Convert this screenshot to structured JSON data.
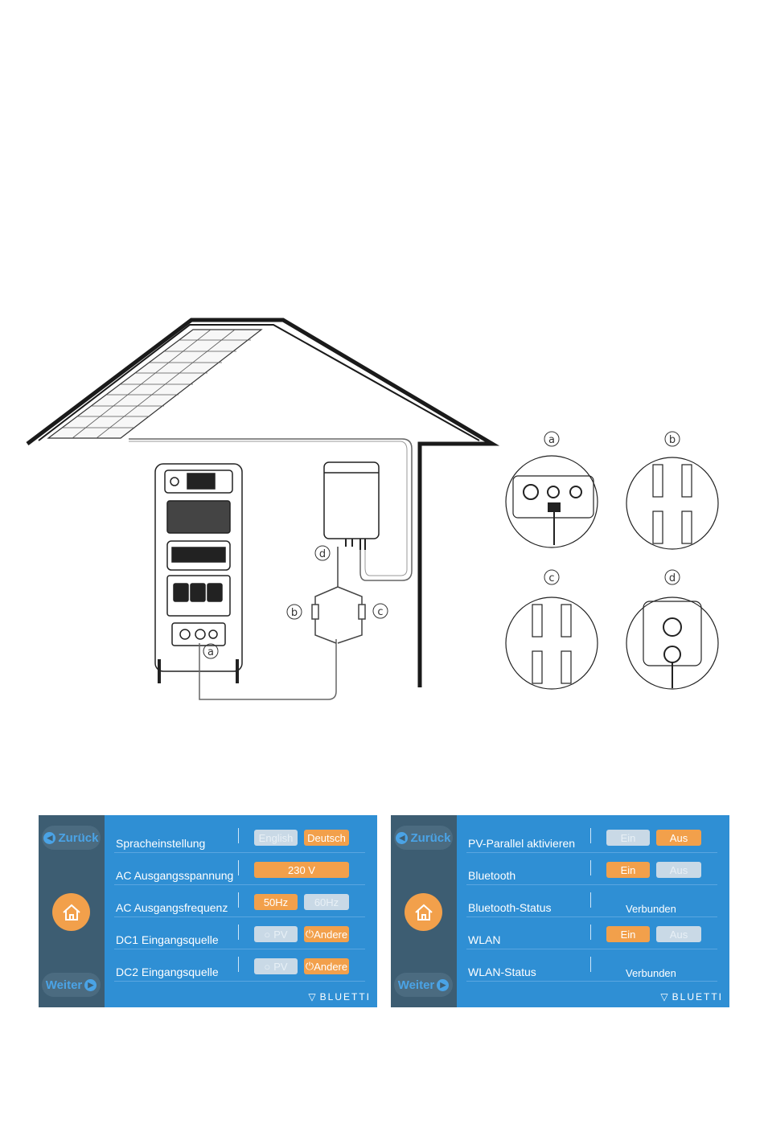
{
  "diagram": {
    "callouts": {
      "a": "a",
      "b": "b",
      "c": "c",
      "d": "d"
    }
  },
  "brand": "BLUETTI",
  "nav": {
    "back_label": "Zurück",
    "next_label": "Weiter"
  },
  "left_panel": {
    "rows": [
      {
        "label": "Spracheinstellung",
        "options": [
          "English",
          "Deutsch"
        ],
        "selected": "Deutsch"
      },
      {
        "label": "AC Ausgangsspannung",
        "value": "230 V"
      },
      {
        "label": "AC Ausgangsfrequenz",
        "options": [
          "50Hz",
          "60Hz"
        ],
        "selected": "50Hz"
      },
      {
        "label": "DC1 Eingangsquelle",
        "options": [
          "PV",
          "Andere"
        ],
        "selected": "Andere"
      },
      {
        "label": "DC2 Eingangsquelle",
        "options": [
          "PV",
          "Andere"
        ],
        "selected": "Andere"
      }
    ]
  },
  "right_panel": {
    "rows": [
      {
        "label": "PV-Parallel aktivieren",
        "options": [
          "Ein",
          "Aus"
        ],
        "selected": "Aus"
      },
      {
        "label": "Bluetooth",
        "options": [
          "Ein",
          "Aus"
        ],
        "selected": "Ein"
      },
      {
        "label": "Bluetooth-Status",
        "status": "Verbunden"
      },
      {
        "label": "WLAN",
        "options": [
          "Ein",
          "Aus"
        ],
        "selected": "Ein"
      },
      {
        "label": "WLAN-Status",
        "status": "Verbunden"
      }
    ]
  },
  "colors": {
    "panel_bg": "#2f8fd4",
    "sidebar_bg": "#3d5d72",
    "accent_on": "#f2a04b",
    "off": "#c9d9e6"
  }
}
